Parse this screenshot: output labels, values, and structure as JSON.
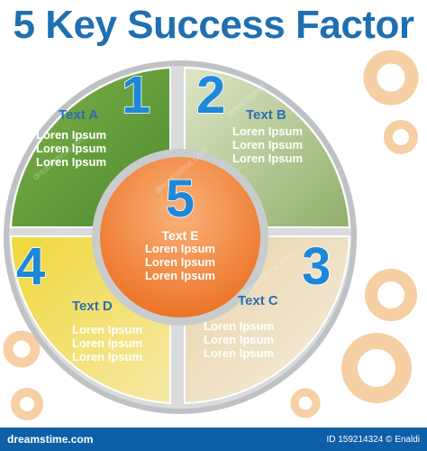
{
  "title": "5 Key Success Factor",
  "segments": [
    {
      "number": "1",
      "heading": "Text A",
      "lines": [
        "Loren Ipsum",
        "Loren Ipsum",
        "Loren Ipsum"
      ]
    },
    {
      "number": "2",
      "heading": "Text B",
      "lines": [
        "Loren Ipsum",
        "Loren Ipsum",
        "Loren Ipsum"
      ]
    },
    {
      "number": "3",
      "heading": "Text C",
      "lines": [
        "Loren Ipsum",
        "Loren Ipsum",
        "Loren Ipsum"
      ]
    },
    {
      "number": "4",
      "heading": "Text D",
      "lines": [
        "Loren Ipsum",
        "Loren Ipsum",
        "Loren Ipsum"
      ]
    }
  ],
  "center": {
    "number": "5",
    "heading": "Text E",
    "lines": [
      "Loren Ipsum",
      "Loren Ipsum",
      "Loren Ipsum"
    ]
  },
  "watermark": "dreamstime.com",
  "footer": {
    "brand": "dreamstime.com",
    "id_text": "ID 159214324 © Enaldi"
  },
  "colors": {
    "title": "#1f6fb2",
    "green": "#5f9a3a",
    "sage": "#a9bf8a",
    "beige": "#ead9b6",
    "yellow": "#e8c81e",
    "orange": "#ef7a2a",
    "number": "#1e88d8",
    "footer": "#0d5fa8",
    "rings": "#f6cfa4"
  }
}
